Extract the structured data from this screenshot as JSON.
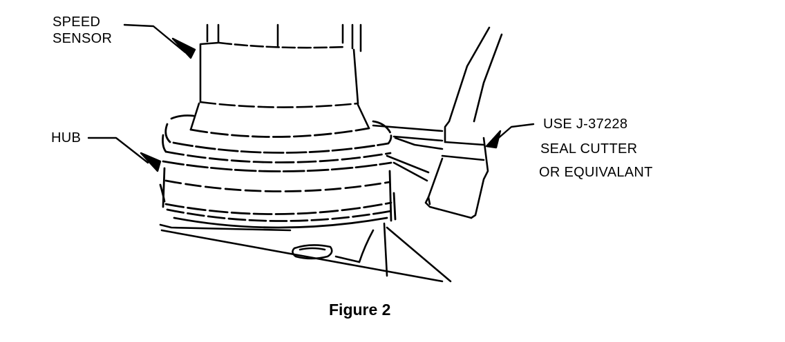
{
  "labels": {
    "speed_sensor": [
      "SPEED",
      "SENSOR"
    ],
    "hub": "HUB",
    "tool": [
      "USE J-37228",
      "SEAL CUTTER",
      "OR EQUIVALANT"
    ]
  },
  "caption": "Figure 2",
  "colors": {
    "ink": "#000000",
    "background": "#ffffff"
  }
}
